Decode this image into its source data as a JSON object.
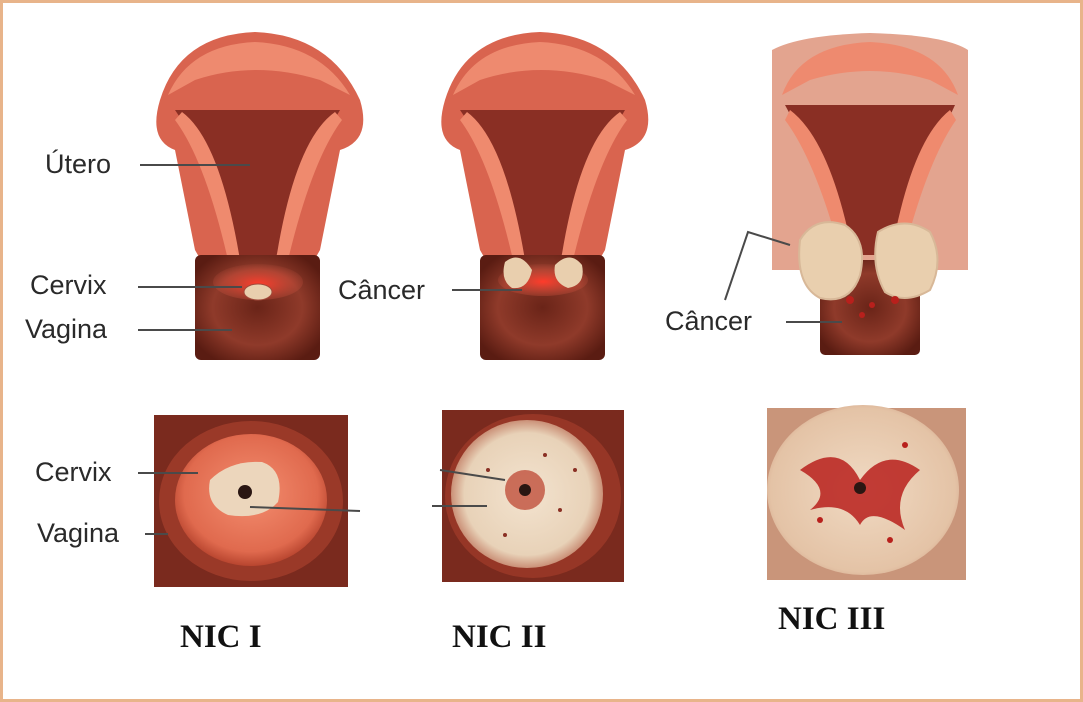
{
  "labels": {
    "utero": "Útero",
    "cervix_top": "Cervix",
    "vagina_top": "Vagina",
    "cancer_2": "Câncer",
    "cancer_3": "Câncer",
    "cervix_bottom": "Cervix",
    "vagina_bottom": "Vagina"
  },
  "stages": [
    "NIC I",
    "NIC II",
    "NIC III"
  ],
  "colors": {
    "frame": "#e8b48a",
    "uterus_outer": "#d9644f",
    "uterus_inner": "#8a2f24",
    "muscle": "#ef8a6e",
    "lesion": "#e9cfae",
    "blood": "#b8201c"
  }
}
